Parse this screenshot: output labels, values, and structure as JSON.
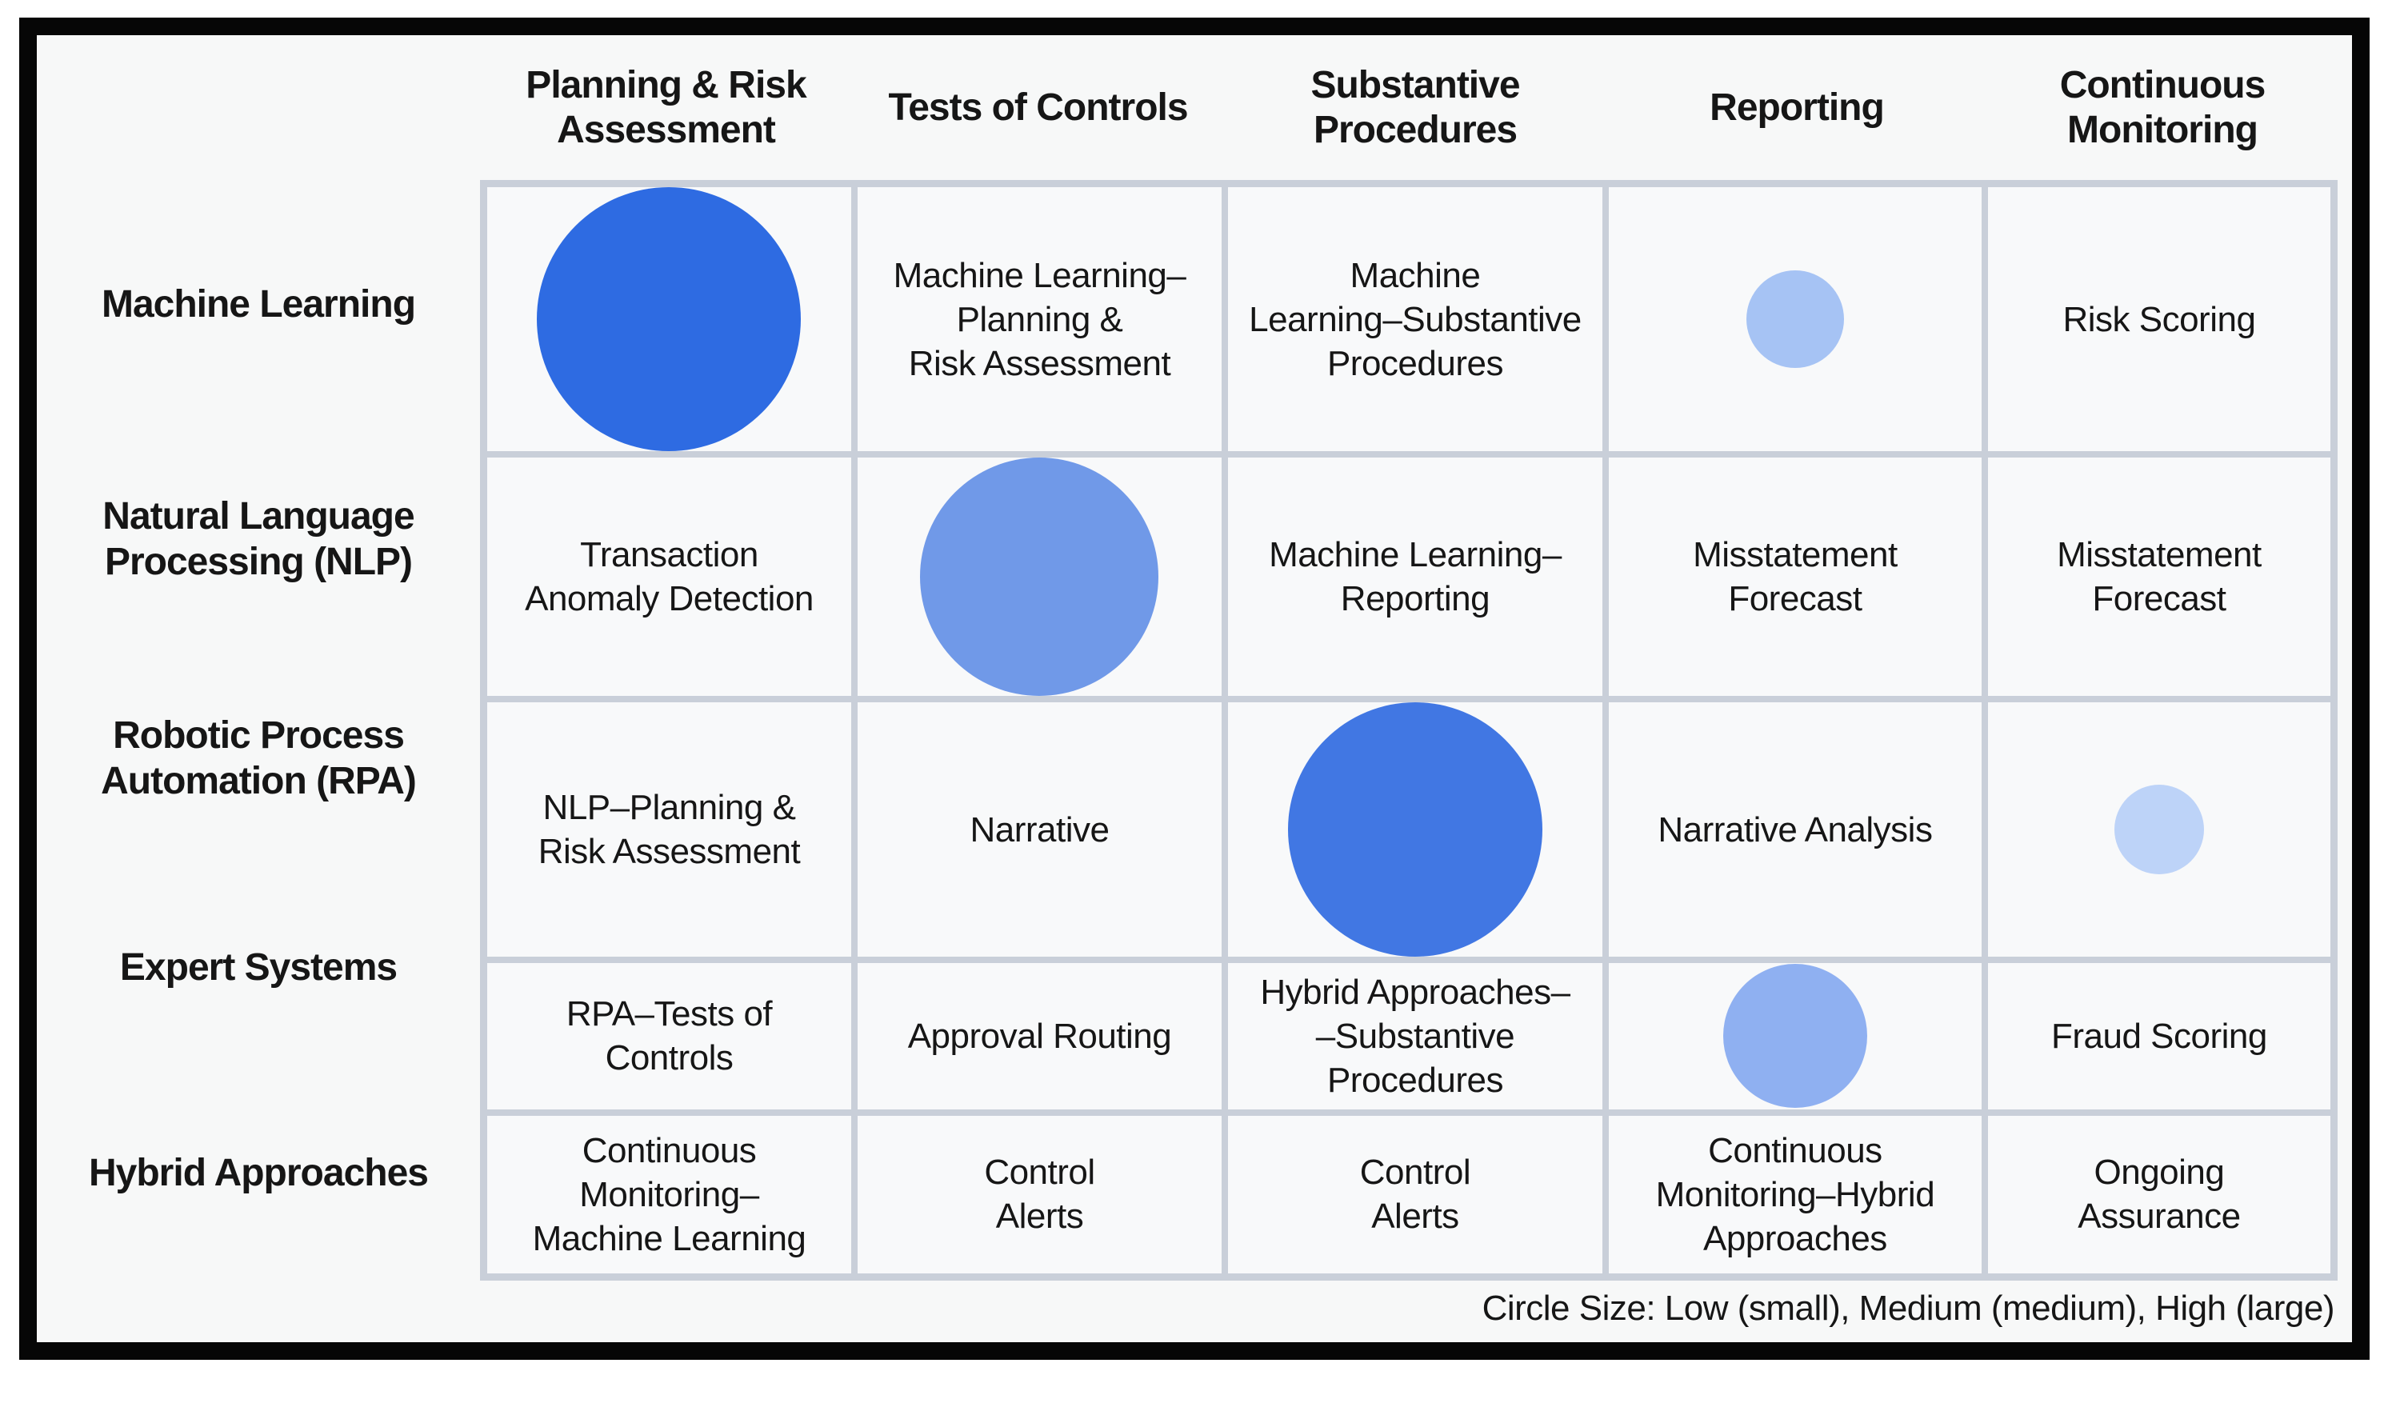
{
  "matrix": {
    "column_headers": [
      "Planning & Risk Assessment",
      "Tests of Controls",
      "Substantive Procedures",
      "Reporting",
      "Continuous Monitoring"
    ],
    "row_headers": [
      "Machine Learning",
      "Natural Language Processing (NLP)",
      "Robotic Process Automation (RPA)",
      "Expert Systems",
      "Hybrid Approaches"
    ],
    "cells": [
      [
        {
          "kind": "bubble",
          "level": "High",
          "diameter": 330,
          "color": "#2e6be2"
        },
        {
          "kind": "text",
          "text": "Machine Learning–\nPlanning &\nRisk Assessment"
        },
        {
          "kind": "text",
          "text": "Machine\nLearning–Substantive\nProcedures"
        },
        {
          "kind": "bubble",
          "level": "Low",
          "diameter": 122,
          "color": "#a6c3f4"
        },
        {
          "kind": "text",
          "text": "Risk Scoring"
        }
      ],
      [
        {
          "kind": "text",
          "text": "Transaction\nAnomaly Detection"
        },
        {
          "kind": "bubble",
          "level": "High",
          "diameter": 298,
          "color": "#7099e8"
        },
        {
          "kind": "text",
          "text": "Machine Learning–\nReporting"
        },
        {
          "kind": "text",
          "text": "Misstatement\nForecast"
        },
        {
          "kind": "text",
          "text": "Misstatement\nForecast"
        }
      ],
      [
        {
          "kind": "text",
          "text": "NLP–Planning &\nRisk Assessment"
        },
        {
          "kind": "text",
          "text": "Narrative"
        },
        {
          "kind": "bubble",
          "level": "High",
          "diameter": 318,
          "color": "#4177e3"
        },
        {
          "kind": "text",
          "text": "Narrative Analysis"
        },
        {
          "kind": "bubble",
          "level": "Low",
          "diameter": 112,
          "color": "#bdd3f8"
        }
      ],
      [
        {
          "kind": "text",
          "text": "RPA–Tests of\nControls"
        },
        {
          "kind": "text",
          "text": "Approval Routing"
        },
        {
          "kind": "text",
          "text": "Hybrid Approaches–\n–Substantive\nProcedures"
        },
        {
          "kind": "bubble",
          "level": "Medium",
          "diameter": 180,
          "color": "#8fb0f1"
        },
        {
          "kind": "text",
          "text": "Fraud Scoring"
        }
      ],
      [
        {
          "kind": "text",
          "text": "Continuous\nMonitoring–\nMachine Learning"
        },
        {
          "kind": "text",
          "text": "Control\nAlerts"
        },
        {
          "kind": "text",
          "text": "Control\nAlerts"
        },
        {
          "kind": "text",
          "text": "Continuous\nMonitoring–Hybrid\nApproaches"
        },
        {
          "kind": "text",
          "text": "Ongoing\nAssurance"
        }
      ]
    ]
  },
  "legend": {
    "text": "Circle Size: Low (small), Medium (medium), High (large)"
  },
  "colors": {
    "bubble_high_strong": "#2e6be2",
    "bubble_high_medium": "#7099e8",
    "bubble_high_alt": "#4177e3",
    "bubble_medium": "#8fb0f1",
    "bubble_low": "#a6c3f4",
    "bubble_low_light": "#bdd3f8",
    "gridline": "#c9cfd9",
    "frame": "#060606"
  },
  "chart_data": {
    "type": "table",
    "title": "",
    "columns": [
      "Planning & Risk Assessment",
      "Tests of Controls",
      "Substantive Procedures",
      "Reporting",
      "Continuous Monitoring"
    ],
    "rows": [
      "Machine Learning",
      "Natural Language Processing (NLP)",
      "Robotic Process Automation (RPA)",
      "Expert Systems",
      "Hybrid Approaches"
    ],
    "cells": [
      [
        "circle:High",
        "Machine Learning–Planning & Risk Assessment",
        "Machine Learning–Substantive Procedures",
        "circle:Low",
        "Risk Scoring"
      ],
      [
        "Transaction Anomaly Detection",
        "circle:High",
        "Machine Learning–Reporting",
        "Misstatement Forecast",
        "Misstatement Forecast"
      ],
      [
        "NLP–Planning & Risk Assessment",
        "Narrative",
        "circle:High",
        "Narrative Analysis",
        "circle:Low"
      ],
      [
        "RPA–Tests of Controls",
        "Approval Routing",
        "Hybrid Approaches––Substantive Procedures",
        "circle:Medium",
        "Fraud Scoring"
      ],
      [
        "Continuous Monitoring–Machine Learning",
        "Control Alerts",
        "Control Alerts",
        "Continuous Monitoring–Hybrid Approaches",
        "Ongoing Assurance"
      ]
    ],
    "bubbles": [
      {
        "row": "Machine Learning",
        "column": "Planning & Risk Assessment",
        "level": "High"
      },
      {
        "row": "Machine Learning",
        "column": "Reporting",
        "level": "Low"
      },
      {
        "row": "Natural Language Processing (NLP)",
        "column": "Tests of Controls",
        "level": "High"
      },
      {
        "row": "Robotic Process Automation (RPA)",
        "column": "Substantive Procedures",
        "level": "High"
      },
      {
        "row": "Robotic Process Automation (RPA)",
        "column": "Continuous Monitoring",
        "level": "Low"
      },
      {
        "row": "Expert Systems",
        "column": "Reporting",
        "level": "Medium"
      }
    ],
    "circle_size_encoding": {
      "Low": "small",
      "Medium": "medium",
      "High": "large"
    },
    "legend": "Circle Size: Low (small), Medium (medium), High (large)"
  }
}
